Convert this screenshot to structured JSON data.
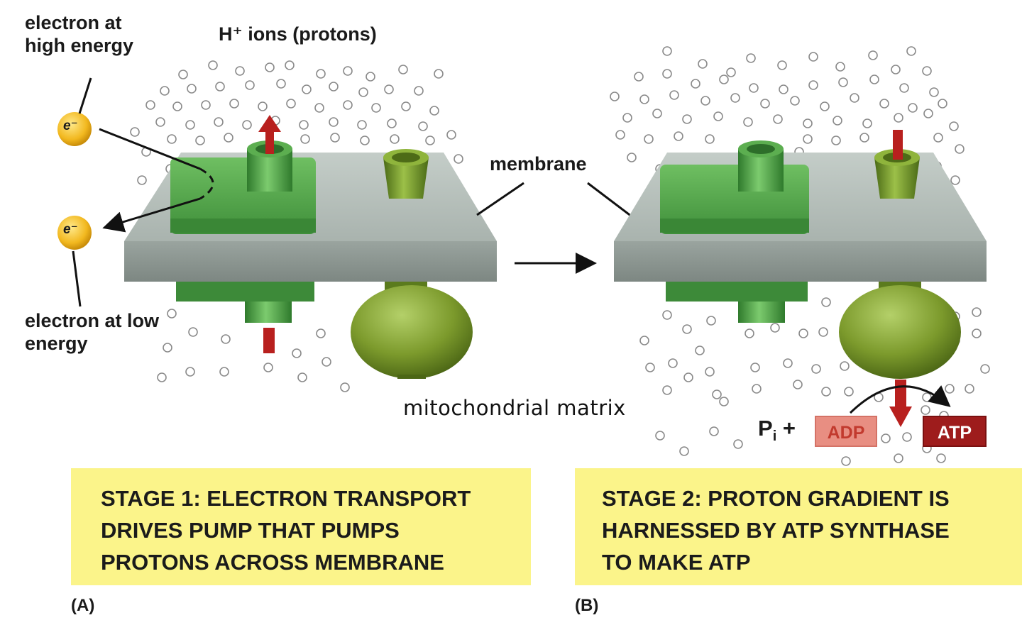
{
  "labels": {
    "electron_high": "electron at high energy",
    "electron_low": "electron at low energy",
    "protons": "H⁺ ions (protons)",
    "membrane": "membrane",
    "matrix": "mitochondrial matrix",
    "electron_symbol": "e⁻",
    "pi": "P",
    "pi_sub": "i",
    "plus": "+"
  },
  "molecules": {
    "adp": "ADP",
    "atp": "ATP"
  },
  "stage1": {
    "lines": [
      "STAGE 1: ELECTRON TRANSPORT",
      "DRIVES PUMP THAT PUMPS",
      "PROTONS ACROSS MEMBRANE"
    ],
    "panel": "(A)"
  },
  "stage2": {
    "lines": [
      "STAGE 2: PROTON GRADIENT IS",
      "HARNESSED BY ATP SYNTHASE",
      "TO MAKE ATP"
    ],
    "panel": "(B)"
  },
  "colors": {
    "membrane_top": "#b8c2bd",
    "membrane_front": "#8e9893",
    "pump_green": "#4f9e4a",
    "synthase_green": "#6d8d2a",
    "arrow_red": "#b8201e",
    "electron_yellow": "#f2b81f",
    "stage_box": "#fbf48a"
  }
}
